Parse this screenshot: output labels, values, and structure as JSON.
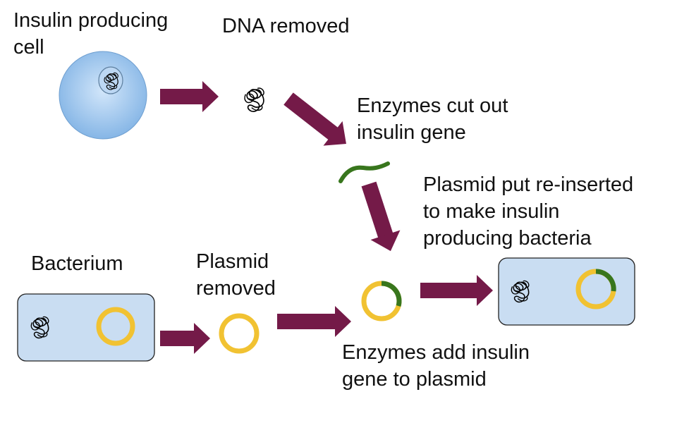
{
  "labels": {
    "insulin_cell": "Insulin producing\ncell",
    "dna_removed": "DNA removed",
    "enzymes_cut": "Enzymes cut out\ninsulin gene",
    "plasmid_reinserted": "Plasmid put re-inserted\nto make insulin\nproducing bacteria",
    "bacterium": "Bacterium",
    "plasmid_removed": "Plasmid\nremoved",
    "enzymes_add": "Enzymes add insulin\ngene to plasmid"
  },
  "colors": {
    "arrow": "#741a48",
    "cell_fill": "#a9cbee",
    "bacterium_fill": "#c9ddf2",
    "plasmid": "#f1c232",
    "insulin_gene": "#38761d",
    "dna": "#000000"
  }
}
